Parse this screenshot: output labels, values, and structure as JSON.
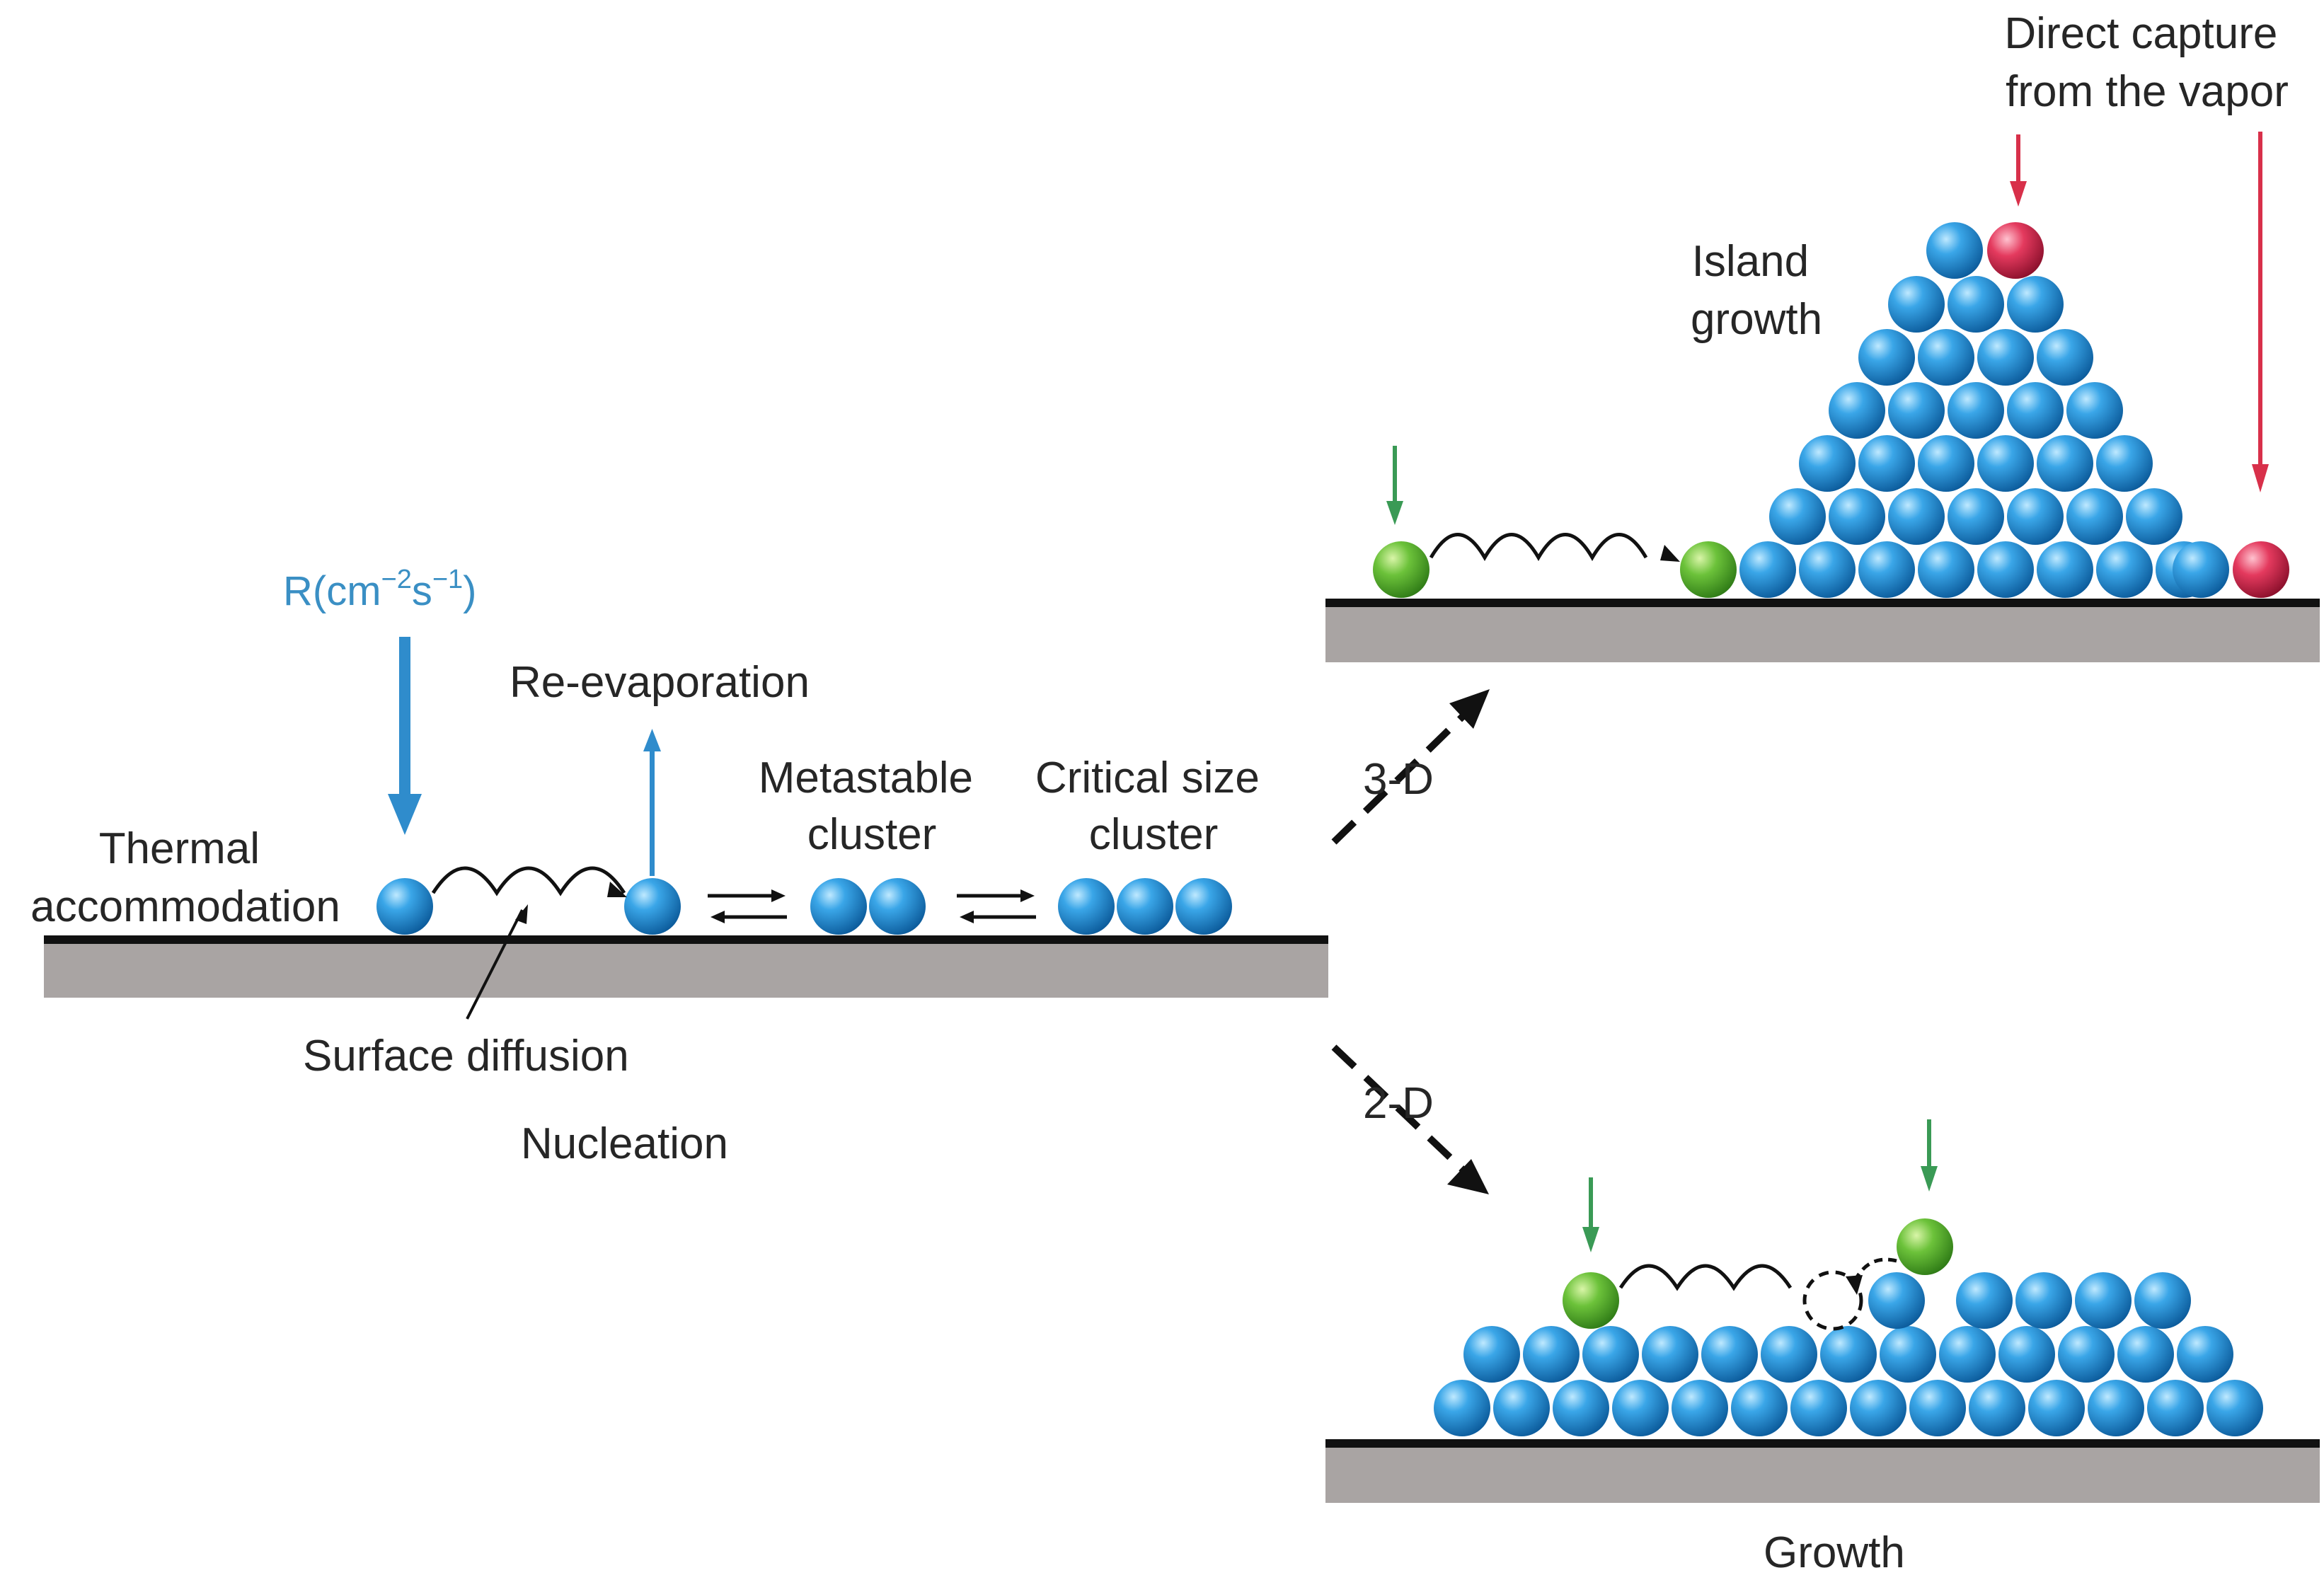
{
  "labels": {
    "rate_prefix": "R(cm",
    "rate_exp1": "−2",
    "rate_mid": "s",
    "rate_exp2": "−1",
    "rate_suffix": ")",
    "thermal_line1": "Thermal",
    "thermal_line2": "accommodation",
    "reevaporation": "Re-evaporation",
    "metastable_line1": "Metastable",
    "metastable_line2": "cluster",
    "critical_line1": "Critical size",
    "critical_line2": "cluster",
    "surface_diffusion": "Surface diffusion",
    "nucleation": "Nucleation",
    "three_d": "3-D",
    "two_d": "2-D",
    "island_line1": "Island",
    "island_line2": "growth",
    "direct_line1": "Direct capture",
    "direct_line2": "from the vapor",
    "growth": "Growth"
  },
  "colors": {
    "atom_blue": "#1f8fd6",
    "adatom_green": "#5cb82e",
    "capture_red": "#d8234a",
    "substrate": "#a9a4a3",
    "surface_line": "#111111",
    "rate_arrow": "#2f8ccc",
    "green_arrow": "#3a9a55",
    "red_arrow": "#d8304a"
  }
}
